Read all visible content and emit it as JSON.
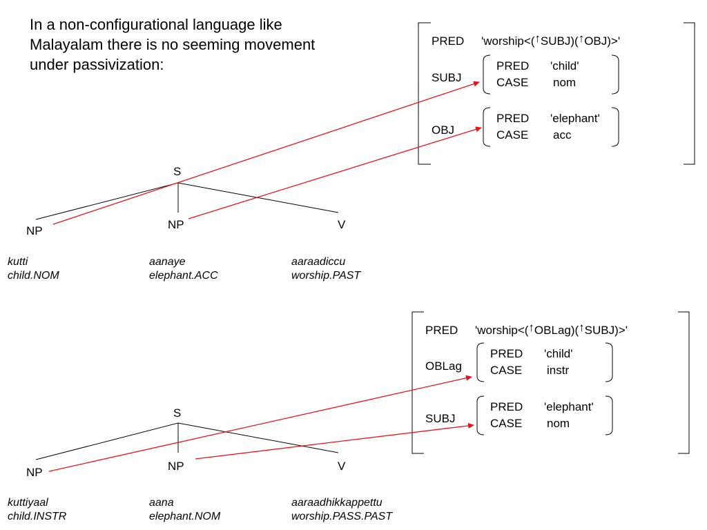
{
  "intro": {
    "lines": [
      "In a non-configurational language like",
      "Malayalam there is no seeming movement",
      "under passivization:"
    ]
  },
  "colors": {
    "arrow": "#e8121a",
    "text": "#000000"
  },
  "active": {
    "tree": {
      "s": "S",
      "np_left": "NP",
      "np_mid": "NP",
      "v": "V"
    },
    "words": [
      {
        "form": "kutti",
        "gloss": "child.NOM"
      },
      {
        "form": "aanaye",
        "gloss": "elephant.ACC"
      },
      {
        "form": "aaraadiccu",
        "gloss": "worship.PAST"
      }
    ],
    "fstructure": {
      "pred_attr": "PRED",
      "pred_value": {
        "start": "'worship<(",
        "up1": "↑",
        "arg1": "SUBJ)(",
        "up2": "↑",
        "arg2": "OBJ)>'"
      },
      "f1": {
        "attr": "SUBJ",
        "pred_attr": "PRED",
        "pred_value": "'child'",
        "case_attr": "CASE",
        "case_value": "nom"
      },
      "f2": {
        "attr": "OBJ",
        "pred_attr": "PRED",
        "pred_value": "'elephant'",
        "case_attr": "CASE",
        "case_value": "acc"
      }
    }
  },
  "passive": {
    "tree": {
      "s": "S",
      "np_left": "NP",
      "np_mid": "NP",
      "v": "V"
    },
    "words": [
      {
        "form": "kuttiyaal",
        "gloss": "child.INSTR"
      },
      {
        "form": "aana",
        "gloss": "elephant.NOM"
      },
      {
        "form": "aaraadhikkappettu",
        "gloss": "worship.PASS.PAST"
      }
    ],
    "fstructure": {
      "pred_attr": "PRED",
      "pred_value": {
        "start": "'worship<(",
        "up1": "↑",
        "arg1": "OBLag)(",
        "up2": "↑",
        "arg2": "SUBJ)>'"
      },
      "f1": {
        "attr": "OBLag",
        "pred_attr": "PRED",
        "pred_value": "'child'",
        "case_attr": "CASE",
        "case_value": "instr"
      },
      "f2": {
        "attr": "SUBJ",
        "pred_attr": "PRED",
        "pred_value": "'elephant'",
        "case_attr": "CASE",
        "case_value": "nom"
      }
    }
  }
}
